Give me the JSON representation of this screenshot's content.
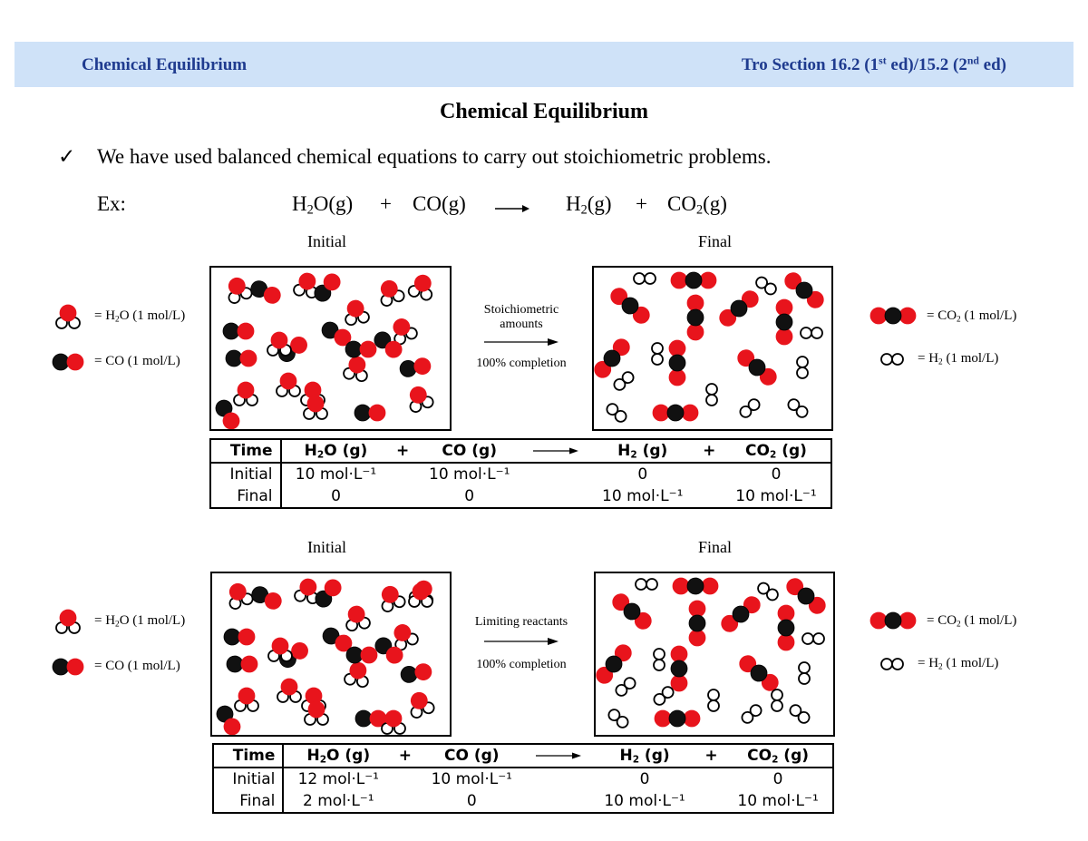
{
  "header": {
    "left": "Chemical Equilibrium",
    "right_pre": "Tro Section 16.2 (1",
    "right_sup1": "st",
    "right_mid": " ed)/15.2 (2",
    "right_sup2": "nd",
    "right_post": " ed)"
  },
  "title": "Chemical Equilibrium",
  "bullet": {
    "mark": "✓",
    "text": "We have used balanced chemical equations to carry out stoichiometric problems."
  },
  "example": {
    "label": "Ex:",
    "r1_a": "H",
    "r1_sub": "2",
    "r1_b": "O(g)",
    "plus1": "+",
    "r2": "CO(g)",
    "p1_a": "H",
    "p1_sub": "2",
    "p1_b": "(g)",
    "plus2": "+",
    "p2_a": "CO",
    "p2_sub": "2",
    "p2_b": "(g)"
  },
  "panel_labels": {
    "initial": "Initial",
    "final": "Final"
  },
  "legend": {
    "h2o_a": "= H",
    "h2o_sub": "2",
    "h2o_b": "O (1 mol/L)",
    "co": "= CO (1 mol/L)",
    "co2_a": "= CO",
    "co2_sub": "2",
    "co2_b": " (1 mol/L)",
    "h2_a": "= H",
    "h2_sub": "2",
    "h2_b": " (1 mol/L)"
  },
  "scenario1": {
    "mid_l1": "Stoichiometric",
    "mid_l2": "amounts",
    "mid_l3": "100% completion"
  },
  "scenario2": {
    "mid_l1": "Limiting reactants",
    "mid_l3": "100% completion"
  },
  "table_header": {
    "time": "Time",
    "h2o_a": "H",
    "h2o_sub": "2",
    "h2o_b": "O (g)",
    "plus": "+",
    "co": "CO (g)",
    "h2_a": "H",
    "h2_sub": "2",
    "h2_b": " (g)",
    "co2_a": "CO",
    "co2_sub": "2",
    "co2_b": " (g)"
  },
  "table1": {
    "rows": [
      {
        "label": "Initial",
        "h2o": "10 mol·L⁻¹",
        "co": "10 mol·L⁻¹",
        "h2": "0",
        "co2": "0"
      },
      {
        "label": "Final",
        "h2o": "0",
        "co": "0",
        "h2": "10 mol·L⁻¹",
        "co2": "10 mol·L⁻¹"
      }
    ]
  },
  "table2": {
    "rows": [
      {
        "label": "Initial",
        "h2o": "12 mol·L⁻¹",
        "co": "10 mol·L⁻¹",
        "h2": "0",
        "co2": "0"
      },
      {
        "label": "Final",
        "h2o": "2 mol·L⁻¹",
        "co": "0",
        "h2": "10 mol·L⁻¹",
        "co2": "10 mol·L⁻¹"
      }
    ]
  },
  "colors": {
    "header_bg": "#cfe2f8",
    "header_text": "#1f3b8f",
    "oxygen": "#e8141c",
    "carbon": "#111111",
    "hydrogen": "#ffffff"
  }
}
